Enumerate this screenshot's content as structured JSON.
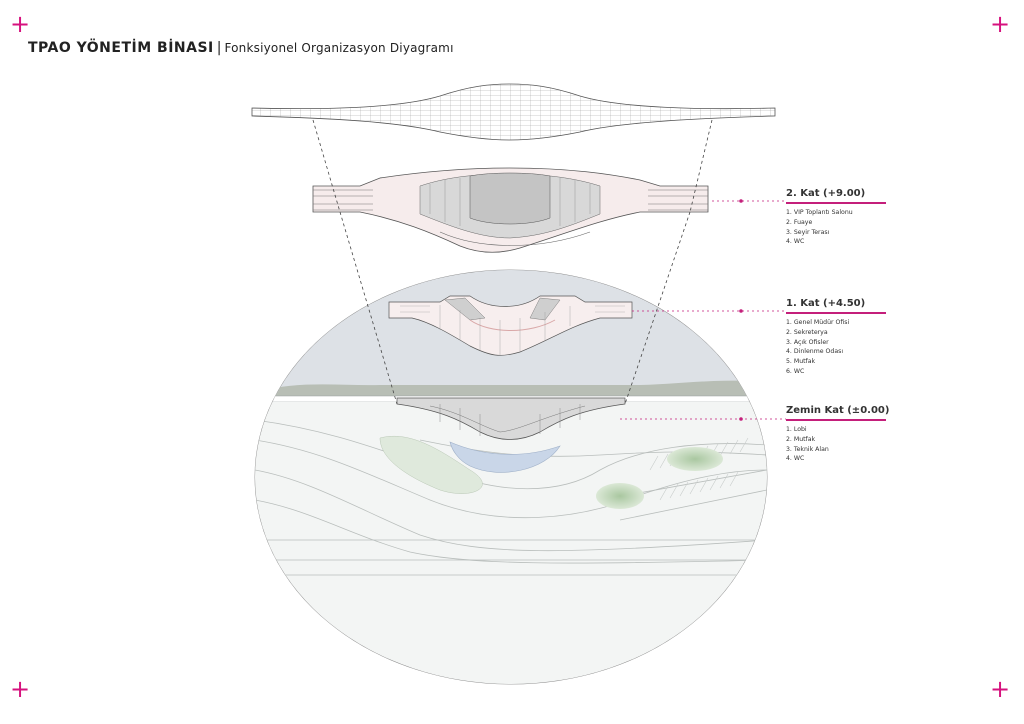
{
  "header": {
    "title": "TPAO YÖNETİM BİNASI",
    "separator": "|",
    "subtitle": "Fonksiyonel Organizasyon Diyagramı"
  },
  "marks": {
    "crop": "+"
  },
  "colors": {
    "accent": "#c41f7b",
    "crop": "#d6117e",
    "line": "#555555"
  },
  "floors": [
    {
      "heading": "2. Kat (+9.00)",
      "items": [
        "1. VIP Toplantı Salonu",
        "2. Fuaye",
        "3. Seyir Terası",
        "4. WC"
      ]
    },
    {
      "heading": "1. Kat (+4.50)",
      "items": [
        "1. Genel Müdür Ofisi",
        "2. Sekreterya",
        "3. Açık Ofisler",
        "4. Dinlenme Odası",
        "5. Mutfak",
        "6. WC"
      ]
    },
    {
      "heading": "Zemin Kat (±0.00)",
      "items": [
        "1. Lobi",
        "2. Mutfak",
        "3. Teknik Alan",
        "4. WC"
      ]
    }
  ]
}
